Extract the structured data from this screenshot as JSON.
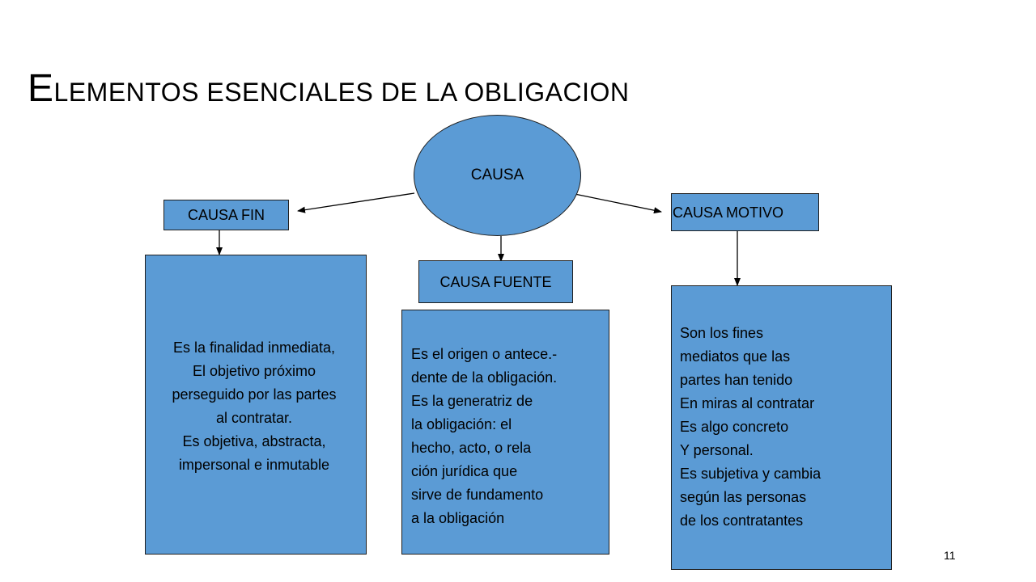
{
  "title": {
    "initial": "E",
    "rest": "LEMENTOS ESENCIALES DE LA OBLIGACION"
  },
  "nodes": {
    "causa": "CAUSA",
    "causa_fin": "CAUSA FIN",
    "causa_fuente": "CAUSA FUENTE",
    "causa_motivo": "CAUSA MOTIVO"
  },
  "descriptions": {
    "fin": [
      "Es la finalidad inmediata,",
      "El objetivo próximo",
      "perseguido por las partes",
      "al contratar.",
      "Es objetiva, abstracta,",
      "impersonal e inmutable"
    ],
    "fuente": [
      "Es el origen o antece.-",
      "dente de la obligación.",
      "Es la generatriz de",
      "la obligación: el",
      "hecho, acto, o rela",
      "ción jurídica que",
      "sirve de fundamento",
      "a la obligación"
    ],
    "motivo": [
      "Son los fines",
      "mediatos que las",
      "partes han tenido",
      "En miras al contratar",
      "Es algo concreto",
      "Y personal.",
      "Es subjetiva y cambia",
      "según las personas",
      "de los contratantes"
    ]
  },
  "page_number": "11",
  "colors": {
    "box_fill": "#5b9bd5",
    "border": "#1f1f1f"
  }
}
